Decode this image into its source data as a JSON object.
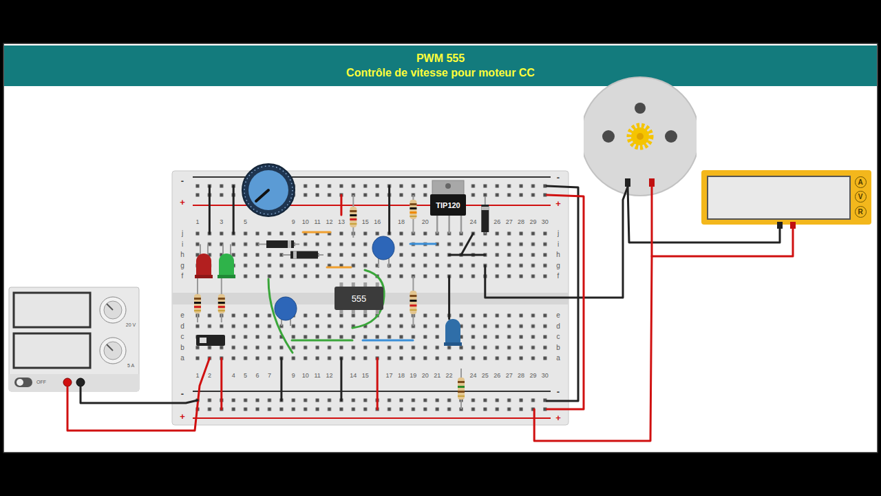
{
  "diagram": {
    "title": "PWM 555",
    "nodes": [
      {
        "text": [
          "TIP120"
        ]
      },
      {
        "text": [
          "A"
        ]
      },
      {
        "text": [
          "V"
        ]
      },
      {
        "text": [
          "R"
        ]
      },
      {
        "text": [
          "555"
        ]
      }
    ],
    "labels": [
      "Contrôle de vitesse pour moteur CC",
      "-",
      "+",
      "-",
      "+",
      "1",
      "3",
      "5",
      "9",
      "10",
      "11",
      "12",
      "13",
      "15",
      "16",
      "18",
      "20",
      "24",
      "26",
      "27",
      "28",
      "29",
      "30",
      "j",
      "i",
      "h",
      "g",
      "f",
      "j",
      "i",
      "h",
      "g",
      "f",
      "e",
      "d",
      "c",
      "b",
      "a",
      "e",
      "d",
      "c",
      "b",
      "a",
      "1",
      "2",
      "4",
      "5",
      "6",
      "7",
      "9",
      "10",
      "11",
      "12",
      "14",
      "15",
      "17",
      "18",
      "19",
      "20",
      "21",
      "22",
      "24",
      "25",
      "26",
      "27",
      "28",
      "29",
      "30",
      "-",
      "+",
      "-",
      "+",
      "20 V",
      "5 A",
      "OFF"
    ]
  }
}
